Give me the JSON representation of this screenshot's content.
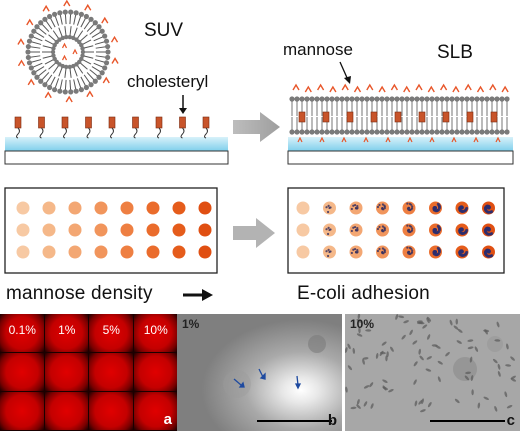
{
  "top": {
    "suv_label": "SUV",
    "cholesteryl_label": "cholesteryl",
    "mannose_label": "mannose",
    "slb_label": "SLB"
  },
  "middle": {
    "left_caption": "mannose density",
    "right_caption": "E-coli adhesion",
    "dot_colors": [
      "#f7c9a3",
      "#f5b889",
      "#f3a773",
      "#f1955c",
      "#ee7f42",
      "#ea6c2c",
      "#e55c1b",
      "#e04f12"
    ]
  },
  "panels": {
    "a": {
      "tag": "a",
      "wells": [
        "0.1%",
        "1%",
        "5%",
        "10%"
      ]
    },
    "b": {
      "tag": "b",
      "density": "1%"
    },
    "c": {
      "tag": "c",
      "density": "10%"
    }
  },
  "colors": {
    "water": "#a9def2",
    "substrate_border": "#333333",
    "lipid_head": "#7a7a7a",
    "mannose": "#e8562a",
    "arrow": "#b5b5b5",
    "red_well": "#c80000"
  }
}
